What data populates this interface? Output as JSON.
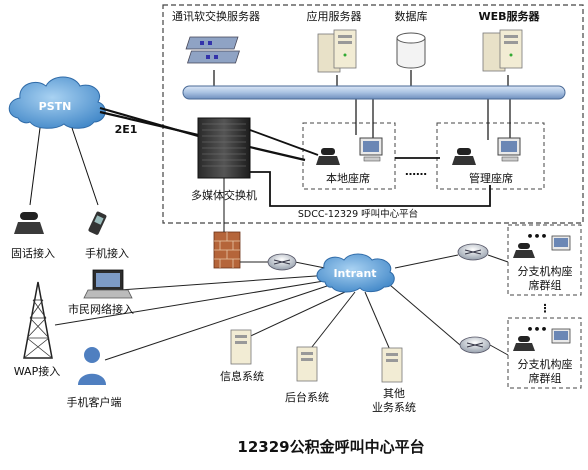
{
  "platform": {
    "servers": [
      "通讯软交换服务器",
      "应用服务器",
      "数据库",
      "WEB服务器"
    ],
    "switch_label": "多媒体交换机",
    "local_seat_label": "本地座席",
    "mgmt_seat_label": "管理座席",
    "platform_name": "SDCC-12329 呼叫中心平台",
    "ellipsis": "……"
  },
  "network": {
    "pstn": "PSTN",
    "link": "2E1",
    "intranet": "Intrant"
  },
  "access": {
    "landline": "固话接入",
    "mobile": "手机接入",
    "citizen_net": "市民网络接入",
    "wap": "WAP接入",
    "mobile_client": "手机客户端"
  },
  "systems": {
    "info": "信息系统",
    "backend": "后台系统",
    "other_line1": "其他",
    "other_line2": "业务系统"
  },
  "branches": {
    "group1_line1": "分支机构座",
    "group1_line2": "席群组",
    "group2_line1": "分支机构座",
    "group2_line2": "席群组"
  },
  "caption": "12329公积金呼叫中心平台"
}
